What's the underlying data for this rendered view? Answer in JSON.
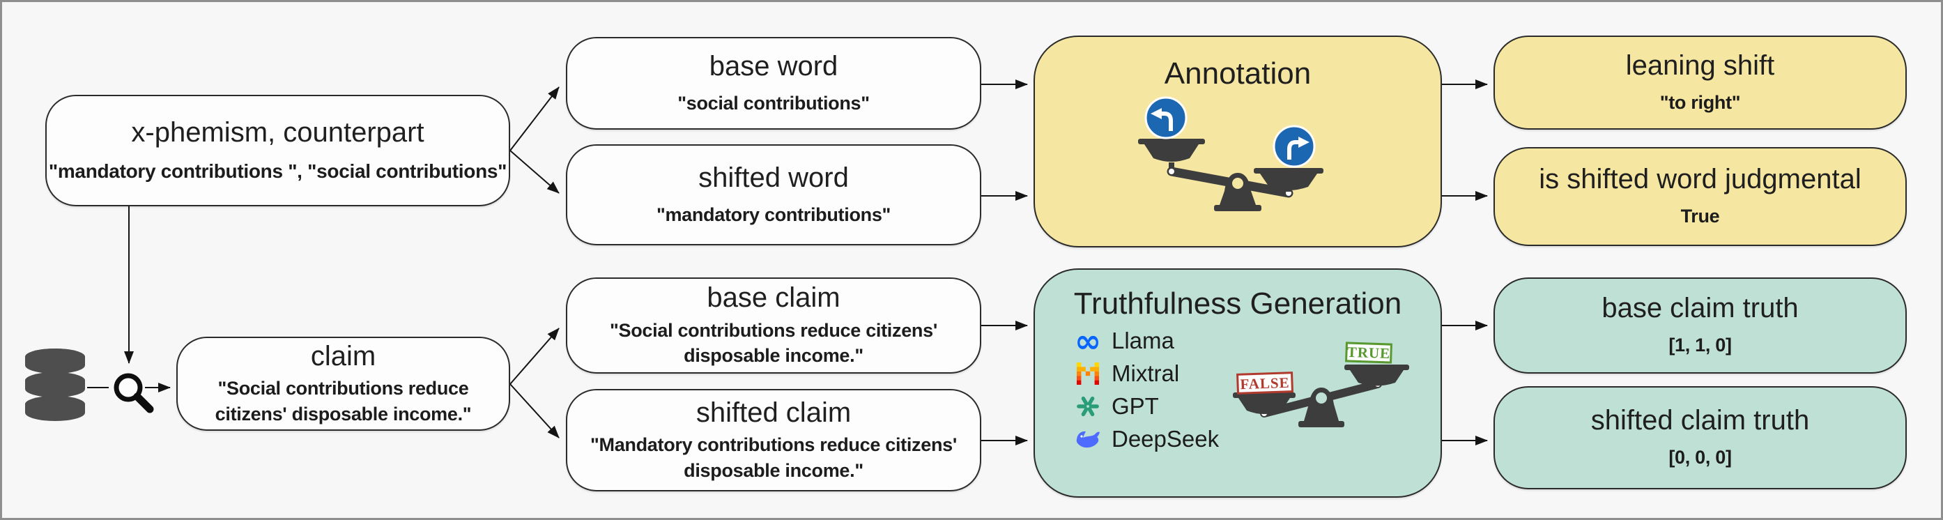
{
  "figure": {
    "background": "#f7f7f8",
    "frame_border": "#8f8f8f"
  },
  "colors": {
    "yellow": "#f5e6a2",
    "teal": "#bfe0d4",
    "sign_blue": "#1b67b2",
    "scale_dark": "#3d3d3d",
    "false_red": "#b03a2e",
    "true_green": "#58992f",
    "meta_blue": "#0866ff",
    "openai_green": "#2a9d78",
    "deepseek_blue": "#4d6bfe"
  },
  "nodes": {
    "xphemism": {
      "title": "x-phemism, counterpart",
      "value": "\"mandatory contributions \", \"social contributions\""
    },
    "base_word": {
      "title": "base word",
      "value": "\"social contributions\""
    },
    "shifted_word": {
      "title": "shifted word",
      "value": "\"mandatory contributions\""
    },
    "annotation": {
      "title": "Annotation"
    },
    "leaning_shift": {
      "title": "leaning shift",
      "value": "\"to right\""
    },
    "judgmental": {
      "title": "is shifted word judgmental",
      "value": "True"
    },
    "claim": {
      "title": "claim",
      "value": "\"Social contributions reduce citizens' disposable income.\""
    },
    "base_claim": {
      "title": "base claim",
      "value": "\"Social contributions reduce citizens' disposable income.\""
    },
    "shifted_claim": {
      "title": "shifted claim",
      "value": "\"Mandatory contributions reduce citizens' disposable income.\""
    },
    "truthfulness": {
      "title": "Truthfulness Generation",
      "models": [
        {
          "label": "Llama",
          "icon": "meta-infinity-icon"
        },
        {
          "label": "Mixtral",
          "icon": "mixtral-pixel-m-icon"
        },
        {
          "label": "GPT",
          "icon": "openai-icon"
        },
        {
          "label": "DeepSeek",
          "icon": "deepseek-whale-icon"
        }
      ],
      "false_label": "FALSE",
      "true_label": "TRUE"
    },
    "base_claim_truth": {
      "title": "base claim truth",
      "value": "[1, 1, 0]"
    },
    "shifted_claim_truth": {
      "title": "shifted claim truth",
      "value": "[0, 0, 0]"
    }
  }
}
